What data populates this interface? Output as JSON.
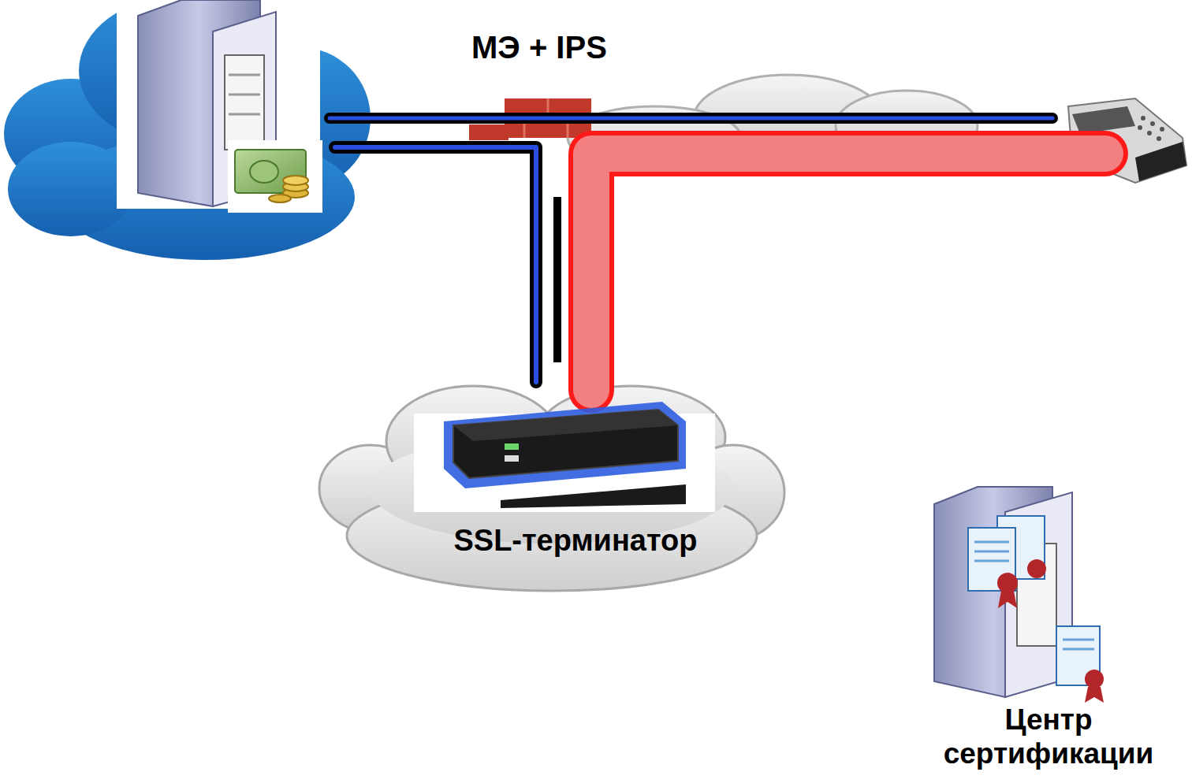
{
  "diagram": {
    "nodes": [
      {
        "text": [
          "SSL-терминатор"
        ]
      },
      {
        "text": [
          "Центр сертификации"
        ]
      }
    ],
    "labels": [
      "МЭ + IPS"
    ]
  }
}
